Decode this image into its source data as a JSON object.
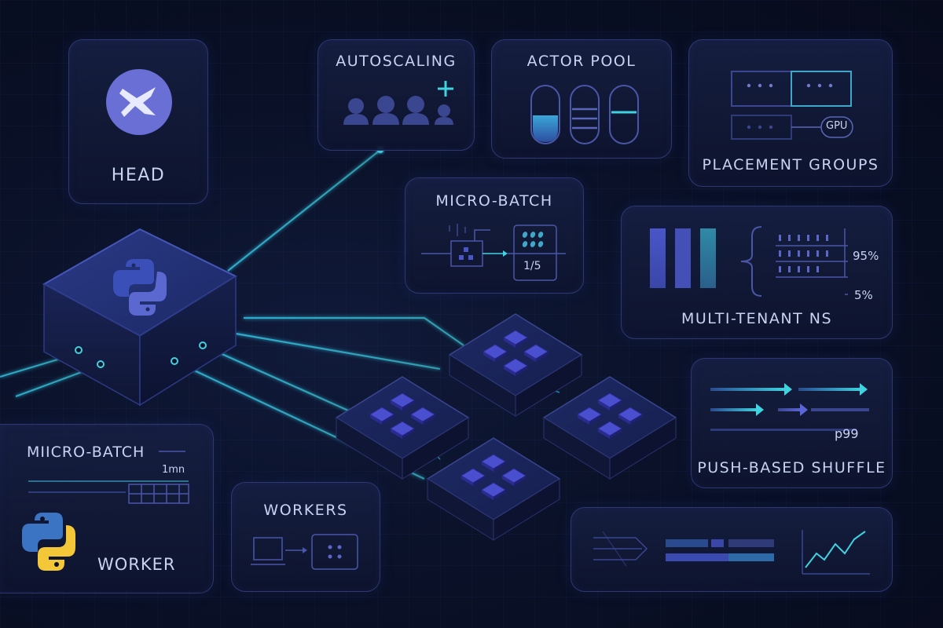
{
  "cards": {
    "head": {
      "title": "HEAD"
    },
    "autoscaling": {
      "title": "AUTOSCALING"
    },
    "actor_pool": {
      "title": "ACTOR POOL"
    },
    "placement_groups": {
      "title": "PLACEMENT GROUPS",
      "gpu_label": "GPU"
    },
    "micro_batch": {
      "title": "MICRO-BATCH",
      "fraction": "1/5"
    },
    "multi_tenant": {
      "title": "MULTI-TENANT NS",
      "pct_high": "95%",
      "pct_low": "5%"
    },
    "shuffle": {
      "title": "PUSH-BASED SHUFFLE",
      "latency": "p99"
    },
    "worker_batch": {
      "title": "MIICRO-BATCH",
      "interval": "1mn",
      "label": "WORKER"
    },
    "workers": {
      "title": "WORKERS"
    }
  },
  "colors": {
    "background": "#0a1128",
    "card_border": "#2c3872",
    "accent_cyan": "#3fd2e0",
    "accent_blue": "#4a56c8",
    "text": "#c9d2f2"
  }
}
